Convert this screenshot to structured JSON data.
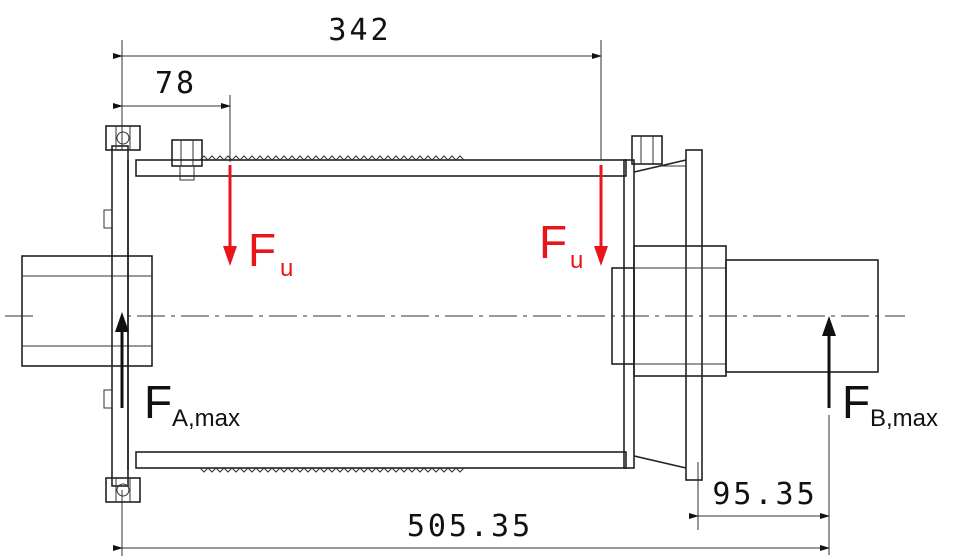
{
  "dimensions": {
    "d342": "342",
    "d78": "78",
    "d95": "95.35",
    "d505": "505.35"
  },
  "forces": {
    "fu_left": {
      "main": "F",
      "sub": "u"
    },
    "fu_right": {
      "main": "F",
      "sub": "u"
    },
    "fa": {
      "main": "F",
      "sub": "A,max"
    },
    "fb": {
      "main": "F",
      "sub": "B,max"
    }
  },
  "colors": {
    "force_red": "#e8151b",
    "force_black": "#111111"
  }
}
